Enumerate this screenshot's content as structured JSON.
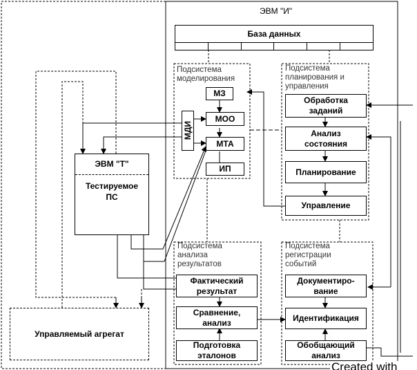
{
  "evm_i": "ЭВМ \"И\"",
  "db": "База данных",
  "modeling": {
    "title": "Подсистема\nмоделирования",
    "mz": "МЗ",
    "moo": "МОО",
    "mta": "МТА",
    "ip": "ИП",
    "mdi": "МДИ"
  },
  "planning": {
    "title": "Подсистема\nпланирования и\nуправления",
    "tasks": "Обработка\nзаданий",
    "state": "Анализ\nсостояния",
    "plan": "Планирование",
    "control": "Управление"
  },
  "evm_t": "ЭВМ \"Т\"",
  "tested": "Тестируемое\nПС",
  "aggregate": "Управляемый агрегат",
  "results": {
    "title": "Подсистема\nанализа\nрезультатов",
    "actual": "Фактический\nрезультат",
    "compare": "Сравнение,\nанализ",
    "prep": "Подготовка\nэталонов"
  },
  "events": {
    "title": "Подсистема\nрегистрации\nсобытий",
    "doc": "Документиро-\nвание",
    "ident": "Идентификация",
    "summary": "Обобщающий\nанализ"
  },
  "watermark": "Created with"
}
